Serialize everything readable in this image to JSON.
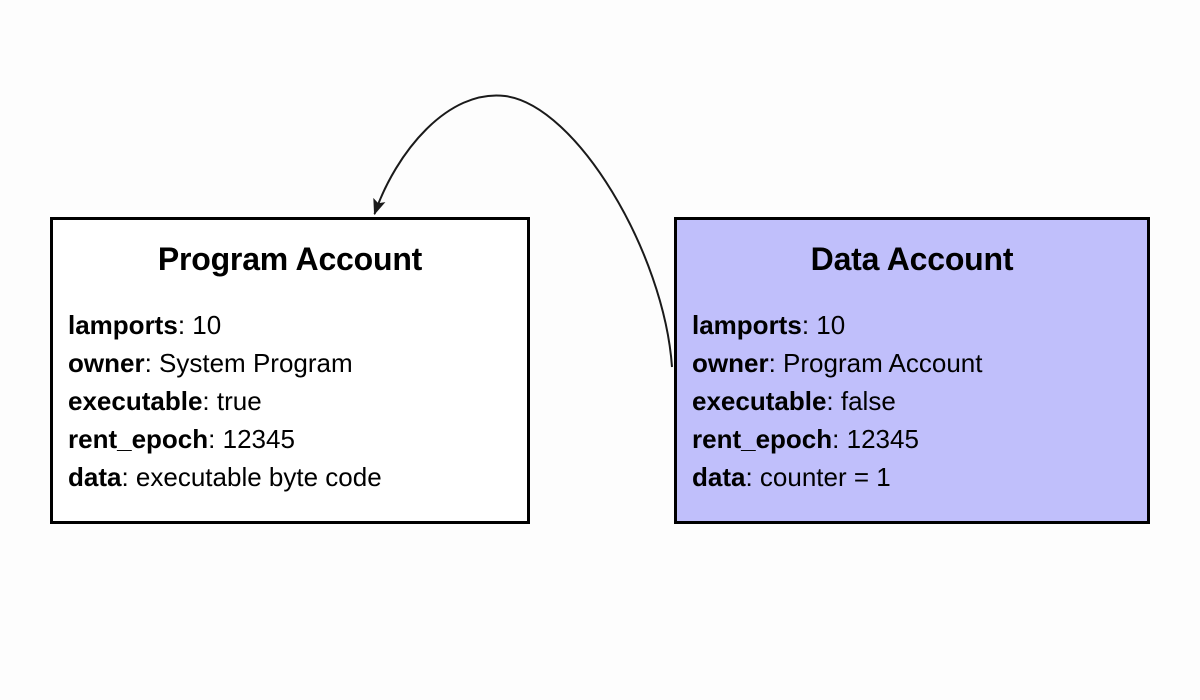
{
  "diagram": {
    "title_hidden": "",
    "background_color": "#fdfdfd",
    "boxes": [
      {
        "id": "program-account",
        "title": "Program Account",
        "fill_color": "#ffffff",
        "border_color": "#000000",
        "fields": [
          {
            "key": "lamports",
            "separator": ": ",
            "value": "10"
          },
          {
            "key": "owner",
            "separator": ": ",
            "value": "System Program"
          },
          {
            "key": "executable",
            "separator": ": ",
            "value": "true"
          },
          {
            "key": "rent_epoch",
            "separator": ": ",
            "value": "12345"
          },
          {
            "key": "data",
            "separator": ": ",
            "value": "executable byte code"
          }
        ]
      },
      {
        "id": "data-account",
        "title": "Data Account",
        "fill_color": "#c0bffb",
        "border_color": "#000000",
        "fields": [
          {
            "key": "lamports",
            "separator": ": ",
            "value": "10"
          },
          {
            "key": "owner",
            "separator": ": ",
            "value": "Program Account"
          },
          {
            "key": "executable",
            "separator": ": ",
            "value": "false"
          },
          {
            "key": "rent_epoch",
            "separator": ": ",
            "value": "12345"
          },
          {
            "key": "data",
            "separator": ": ",
            "value": "counter = 1"
          }
        ]
      }
    ],
    "connector": {
      "name": "owner-reference-arrow",
      "from": "data-account",
      "to": "program-account",
      "label": "",
      "stroke_color": "#1a1a1a",
      "stroke_width": 2,
      "style": "curved-arrow"
    }
  }
}
